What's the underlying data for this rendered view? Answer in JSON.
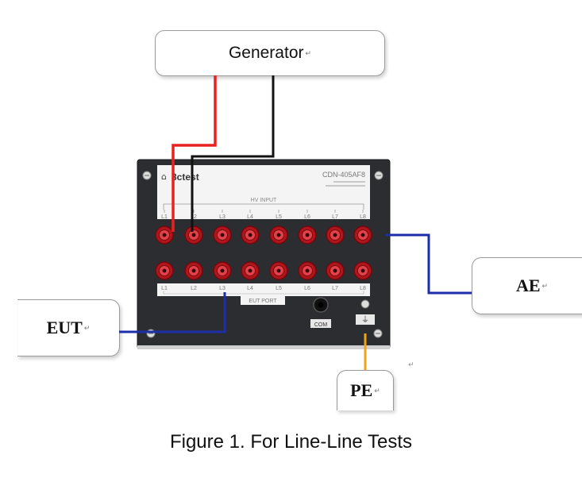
{
  "generator": {
    "label": "Generator"
  },
  "eut": {
    "label": "EUT"
  },
  "ae": {
    "label": "AE"
  },
  "pe": {
    "label": "PE"
  },
  "return_mark": "↵",
  "device": {
    "brand": "3ctest",
    "model": "CDN-405AF8",
    "hv_input_label": "HV INPUT",
    "input_terminals": [
      "L1",
      "L2",
      "L3",
      "L4",
      "L5",
      "L6",
      "L7",
      "L8"
    ],
    "eut_terminals": [
      "L1",
      "L2",
      "L3",
      "L4",
      "L5",
      "L6",
      "L7",
      "L8"
    ],
    "eut_port_label": "EUT PORT",
    "com_label": "COM"
  },
  "colors": {
    "red_wire": "#e8231f",
    "black_wire": "#111111",
    "blue_wire": "#1d2fa8",
    "yellow_wire": "#f0a21a",
    "panel": "#2b2d30",
    "terminal": "#b0151c"
  },
  "caption": "Figure 1. For Line-Line Tests"
}
